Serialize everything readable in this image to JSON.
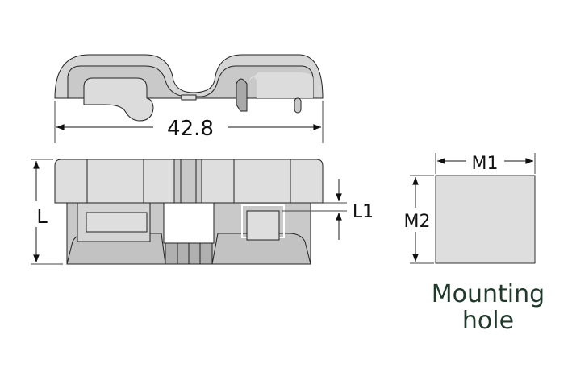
{
  "dimensions": {
    "width_label": "42.8",
    "height_label": "L",
    "flange_label": "L1",
    "hole_width_label": "M1",
    "hole_height_label": "M2"
  },
  "caption": {
    "line1": "Mounting",
    "line2": "hole"
  },
  "colors": {
    "light": "#dedede",
    "mid": "#c9c9c9",
    "dark": "#a9a9a9",
    "caption": "#1f3a2a"
  }
}
